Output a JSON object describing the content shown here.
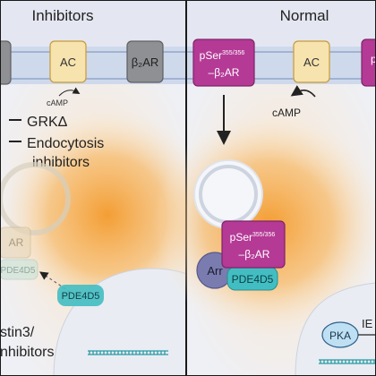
{
  "panels": {
    "left": {
      "title": "Inhibitors",
      "ac_label": "AC",
      "camp_label": "cAMP",
      "b2ar_label": "β₂AR",
      "inhibitor_grk": "GRKΔ",
      "inhibitor_endo_line1": "Endocytosis",
      "inhibitor_endo_line2": "inhibitors",
      "ghost_ar": "AR",
      "ghost_pde": "PDE4D5",
      "pde_label": "PDE4D5",
      "arrestin_line1": "stin3/",
      "arrestin_line2": "nhibitors"
    },
    "right": {
      "title": "Normal",
      "receptor_top_line1": "pSer",
      "receptor_top_sup": "355/356",
      "receptor_top_line2": "–β₂AR",
      "ac_label": "AC",
      "camp_label": "cAMP",
      "partial_label": "p",
      "vesicle_receptor_line1": "pSer",
      "vesicle_receptor_sup": "355/356",
      "vesicle_receptor_line2": "–β₂AR",
      "arrestin_label": "Arr",
      "pde_label": "PDE4D5",
      "pka_label": "PKA",
      "ie_label": "IE"
    }
  },
  "colors": {
    "background": "#e4e7f1",
    "membrane_band": "#cbd6ea",
    "membrane_line": "#8fa3c7",
    "cytoplasm_glow": "#f3a23a",
    "nucleus": "#e8ebf1",
    "ac_fill": "#f6e3ae",
    "ac_stroke": "#c79a38",
    "receptor_grey": "#8f9093",
    "receptor_phospho": "#b43a96",
    "pde_teal": "#42bec2",
    "arrestin_purple": "#7a7cb0",
    "pka_blue": "#bfe0f2",
    "dna_teal": "#2a9aa4"
  },
  "icons": {
    "curved_arrow": "curved-arrow-icon",
    "down_arrow": "down-arrow-icon",
    "inhibition_bar": "inhibition-bar-icon",
    "dna": "dna-strand-icon"
  }
}
